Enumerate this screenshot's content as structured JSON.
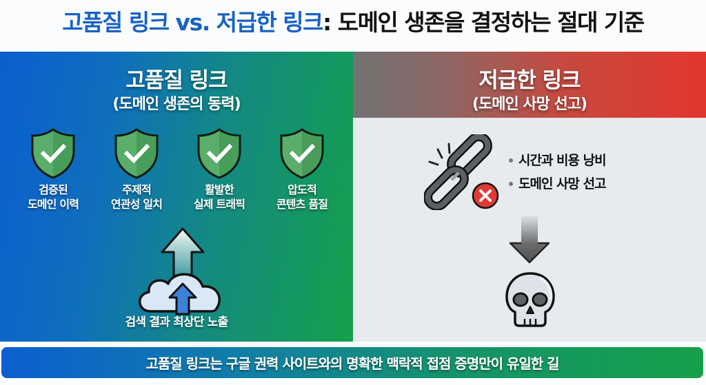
{
  "title": {
    "blue_part": "고품질 링크 vs. 저급한 링크",
    "black_part": ": 도메인 생존을 결정하는 절대 기준"
  },
  "left_panel": {
    "title": "고품질 링크",
    "subtitle": "(도메인 생존의 동력)",
    "shields": [
      {
        "icon": "shield-check-icon",
        "line1": "검증된",
        "line2": "도메인 이력"
      },
      {
        "icon": "shield-check-icon",
        "line1": "주제적",
        "line2": "연관성 일치"
      },
      {
        "icon": "shield-check-icon",
        "line1": "활발한",
        "line2": "실제 트래픽"
      },
      {
        "icon": "shield-check-icon",
        "line1": "압도적",
        "line2": "콘텐츠 품질"
      }
    ],
    "boost_icon": "cloud-upload-arrow-icon",
    "boost_label": "검색 결과 최상단 노출"
  },
  "right_panel": {
    "title": "저급한 링크",
    "subtitle": "(도메인 사망 선고)",
    "chain_icon": "broken-chain-icon",
    "error_icon": "red-x-icon",
    "bullets": [
      "시간과 비용 낭비",
      "도메인 사망 선고"
    ],
    "arrow_icon": "down-arrow-icon",
    "result_icon": "skull-icon"
  },
  "footer": {
    "text": "고품질 링크는 구글 권력 사이트와의 명확한 맥락적 접점 증명만이 유일한 길"
  },
  "colors": {
    "title_blue": "#1862c4",
    "left_gradient_start": "#0b5fcf",
    "left_gradient_end": "#16a04a",
    "right_header_start": "#727373",
    "right_header_end": "#e2362d",
    "right_background": "#e8ebee",
    "shield_green": "#5aae6a"
  }
}
